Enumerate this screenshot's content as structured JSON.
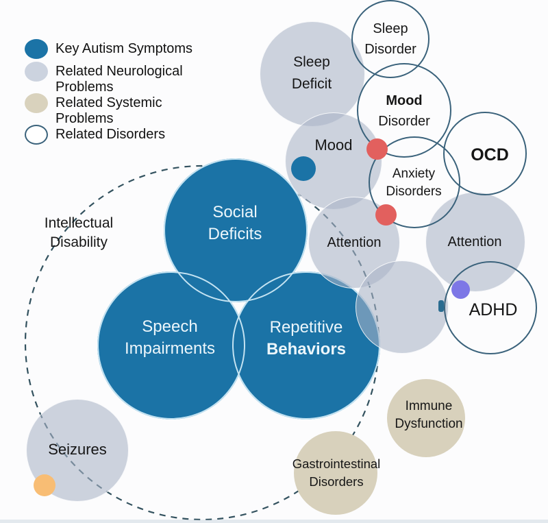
{
  "legend": {
    "items": [
      {
        "id": "key-autism-symptoms",
        "label": "Key Autism Symptoms",
        "swatch_type": "filled",
        "swatch_color": "#1b73a6"
      },
      {
        "id": "related-neurological-problems",
        "label": "Related Neurological Problems",
        "swatch_type": "filled",
        "swatch_color": "#ccd3df"
      },
      {
        "id": "related-systemic-problems",
        "label": "Related Systemic Problems",
        "swatch_type": "filled",
        "swatch_color": "#d9d2bd"
      },
      {
        "id": "related-disorders",
        "label": "Related Disorders",
        "swatch_type": "outlined",
        "swatch_color": "#3a627b"
      }
    ]
  },
  "bubbles": {
    "social_deficits": {
      "line1": "Social",
      "line2": "Deficits",
      "category": "key-autism-symptom"
    },
    "speech_impairments": {
      "line1": "Speech",
      "line2": "Impairments",
      "category": "key-autism-symptom"
    },
    "repetitive_behaviors": {
      "line1": "Repetitive",
      "line2": "Behaviors",
      "category": "key-autism-symptom"
    },
    "sleep_deficit": {
      "line1": "Sleep",
      "line2": "Deficit",
      "category": "related-neurological-problem"
    },
    "mood": {
      "label": "Mood",
      "category": "related-neurological-problem"
    },
    "attention_upper": {
      "label": "Attention",
      "category": "related-neurological-problem"
    },
    "attention_right": {
      "label": "Attention",
      "category": "related-neurological-problem"
    },
    "seizures": {
      "label": "Seizures",
      "category": "related-neurological-problem"
    },
    "sleep_disorder": {
      "line1": "Sleep",
      "line2": "Disorder",
      "category": "related-disorder"
    },
    "mood_disorder": {
      "line1": "Mood",
      "line2": "Disorder",
      "category": "related-disorder"
    },
    "anxiety_disorders": {
      "line1": "Anxiety",
      "line2": "Disorders",
      "category": "related-disorder"
    },
    "ocd": {
      "label": "OCD",
      "category": "related-disorder"
    },
    "adhd": {
      "label": "ADHD",
      "category": "related-disorder"
    },
    "intellectual_disability": {
      "line1": "Intellectual",
      "line2": "Disability",
      "category": "related-disorder-dashed"
    },
    "immune_dysfunction": {
      "line1": "Immune",
      "line2": "Dysfunction",
      "category": "related-systemic-problem"
    },
    "gastrointestinal_disorders": {
      "line1": "Gastrointestinal",
      "line2": "Disorders",
      "category": "related-systemic-problem"
    }
  },
  "dots": [
    {
      "name": "mood-blue-dot",
      "color": "#1b73a6"
    },
    {
      "name": "mood-disorder-red-dot",
      "color": "#e2605e"
    },
    {
      "name": "anxiety-red-dot",
      "color": "#e2605e"
    },
    {
      "name": "adhd-purple-dot",
      "color": "#7d77e6"
    },
    {
      "name": "seizures-orange-dot",
      "color": "#f8bd74"
    },
    {
      "name": "adhd-edge-marker",
      "color": "#2a6c90"
    }
  ],
  "colors": {
    "key_autism_fill": "#1b73a6",
    "neurological_fill": "#ccd3df",
    "systemic_fill": "#d8d1bc",
    "disorder_outline": "#3a627b",
    "dashed_outline": "#33525f",
    "blue_ring": "#cde9f6",
    "background": "#fcfcfd"
  }
}
